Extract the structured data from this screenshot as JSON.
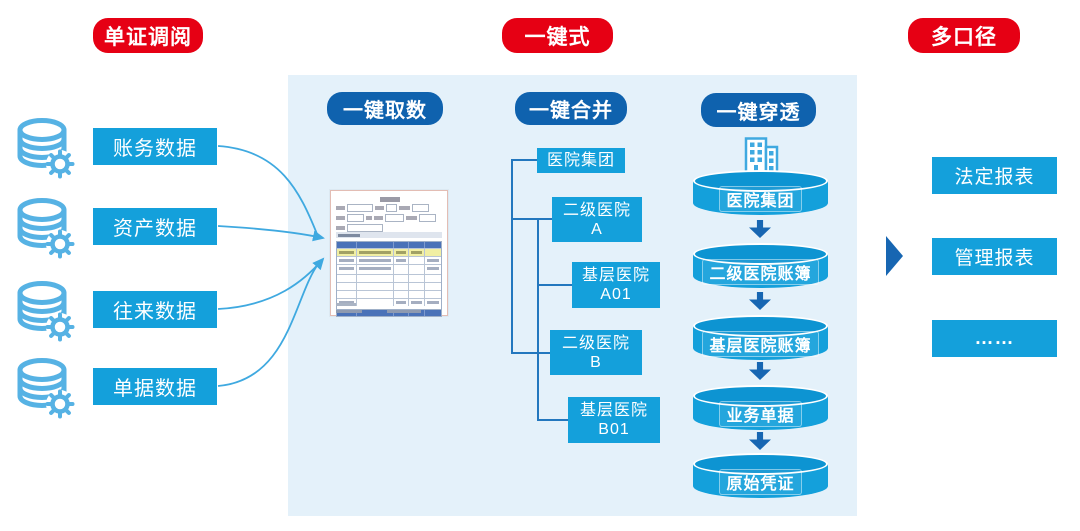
{
  "colors": {
    "red": "#e60014",
    "dark_blue": "#0f62ae",
    "cyan": "#14a0db",
    "cyan_dark": "#0d94d2",
    "panel_bg": "#e4f1fa",
    "connector": "#3fa9e0",
    "icon_blue": "#56b2e4",
    "tree_line": "#2377be",
    "arrow_blue": "#1766b2"
  },
  "headers": {
    "left_badge": "单证调阅",
    "center_badge": "一键式",
    "right_badge": "多口径"
  },
  "data_sources": {
    "icon": "database-gear-icon",
    "items": [
      {
        "label": "账务数据"
      },
      {
        "label": "资产数据"
      },
      {
        "label": "往来数据"
      },
      {
        "label": "单据数据"
      }
    ]
  },
  "process_panel": {
    "step_badges": [
      "一键取数",
      "一键合并",
      "一键穿透"
    ]
  },
  "merge_tree": {
    "root": "医院集团",
    "nodes": [
      {
        "line1": "二级医院",
        "line2": "A"
      },
      {
        "line1": "基层医院",
        "line2": "A01"
      },
      {
        "line1": "二级医院",
        "line2": "B"
      },
      {
        "line1": "基层医院",
        "line2": "B01"
      }
    ]
  },
  "drill_chain": {
    "icon": "buildings-icon",
    "cylinders": [
      {
        "label": "医院集团"
      },
      {
        "label": "二级医院账簿"
      },
      {
        "label": "基层医院账簿"
      },
      {
        "label": "业务单据"
      },
      {
        "label": "原始凭证"
      }
    ]
  },
  "outputs": {
    "items": [
      {
        "label": "法定报表"
      },
      {
        "label": "管理报表"
      },
      {
        "label": "……"
      }
    ]
  }
}
